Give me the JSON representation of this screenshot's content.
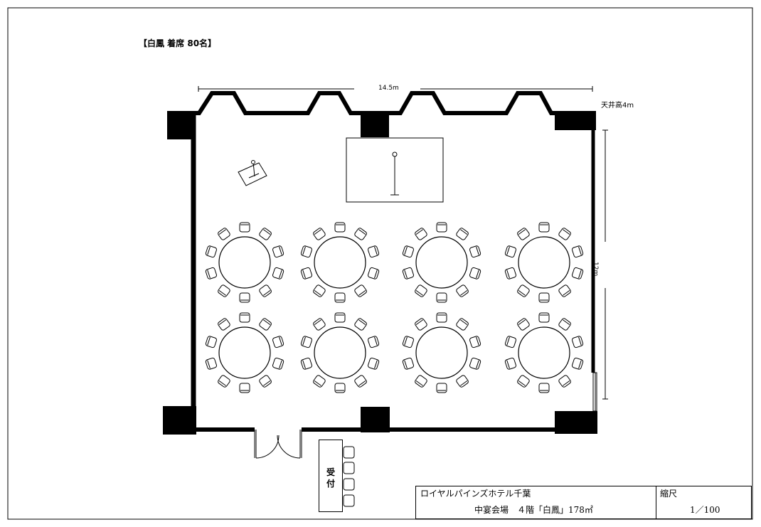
{
  "title": "【白鳳 着席 80名】",
  "dimensions": {
    "width": "14.5m",
    "depth": "12m",
    "ceiling": "天井高4m"
  },
  "reception": {
    "chars": [
      "受",
      "付"
    ]
  },
  "title_block": {
    "hotel": "ロイヤルパインズホテル千葉",
    "venue": "中宴会場　４階「白鳳」178㎡",
    "scale_label": "縮尺",
    "scale_value": "1／100"
  },
  "layout": {
    "round_tables": 8,
    "seats_per_table": 10,
    "rows": 2,
    "columns": 4
  }
}
